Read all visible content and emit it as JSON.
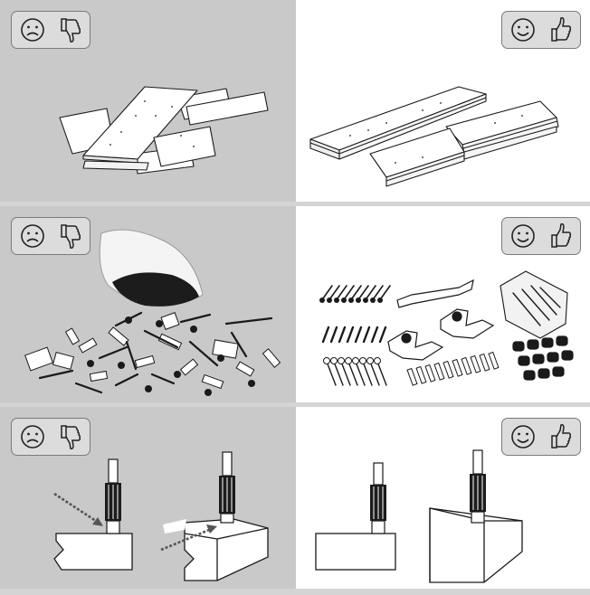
{
  "panels": [
    {
      "id": "boards-bad",
      "verdict": "bad",
      "face_icon": "sad-face-icon",
      "thumb_icon": "thumbs-down-icon"
    },
    {
      "id": "boards-good",
      "verdict": "good",
      "face_icon": "smiley-face-icon",
      "thumb_icon": "thumbs-up-icon"
    },
    {
      "id": "hardware-bad",
      "verdict": "bad",
      "face_icon": "sad-face-icon",
      "thumb_icon": "thumbs-down-icon"
    },
    {
      "id": "hardware-good",
      "verdict": "good",
      "face_icon": "smiley-face-icon",
      "thumb_icon": "thumbs-up-icon"
    },
    {
      "id": "dowel-bad",
      "verdict": "bad",
      "face_icon": "sad-face-icon",
      "thumb_icon": "thumbs-down-icon"
    },
    {
      "id": "dowel-good",
      "verdict": "good",
      "face_icon": "smiley-face-icon",
      "thumb_icon": "thumbs-up-icon"
    }
  ],
  "colors": {
    "bad_background": "#c9c9c9",
    "good_background": "#ffffff",
    "separator": "#d4d4d4",
    "badge": "#dcdcdc",
    "line": "#1a1a1a"
  }
}
